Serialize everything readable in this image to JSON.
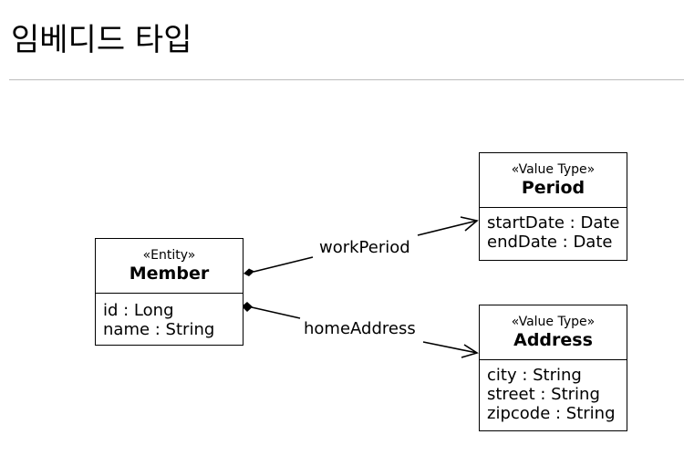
{
  "title": "임베디드 타입",
  "classes": {
    "member": {
      "stereotype": "«Entity»",
      "name": "Member",
      "attributes": [
        "id : Long",
        "name : String"
      ]
    },
    "period": {
      "stereotype": "«Value Type»",
      "name": "Period",
      "attributes": [
        "startDate : Date",
        "endDate : Date"
      ]
    },
    "address": {
      "stereotype": "«Value Type»",
      "name": "Address",
      "attributes": [
        "city : String",
        "street : String",
        "zipcode : String"
      ]
    }
  },
  "associations": {
    "work_period": "workPeriod",
    "home_address": "homeAddress"
  }
}
